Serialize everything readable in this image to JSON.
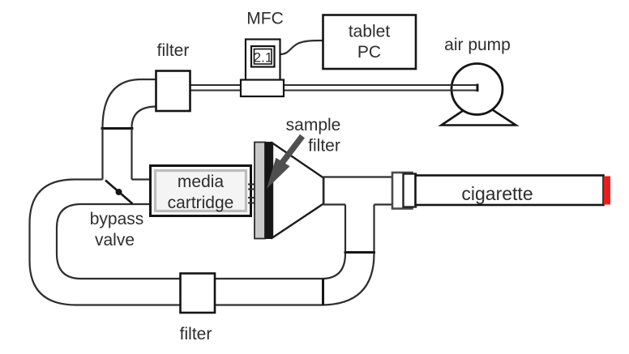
{
  "diagram": {
    "description": "smoke sampling apparatus schematic",
    "components": {
      "filter_top": {
        "label": "filter"
      },
      "mfc": {
        "label": "MFC",
        "reading": "2.1"
      },
      "tablet_pc": {
        "line1": "tablet",
        "line2": "PC"
      },
      "air_pump": {
        "label": "air pump"
      },
      "sample_filter": {
        "line1": "sample",
        "line2": "filter"
      },
      "media_cartridge": {
        "line1": "media",
        "line2": "cartridge"
      },
      "bypass_valve": {
        "line1": "bypass",
        "line2": "valve"
      },
      "cigarette": {
        "label": "cigarette"
      },
      "filter_bottom": {
        "label": "filter"
      }
    },
    "colors": {
      "background": "#ffffff",
      "line": "#2e2e2e",
      "box_stroke": "#141414",
      "filter_fill": "#c9c9c9",
      "panel_fill": "#f4f4f4",
      "panel_stroke": "#bdbdbd",
      "connector_stroke": "#4a4a4a",
      "cigarette_tip": "#ec1c1c",
      "arrow": "#4f4f4f",
      "filter_face": "#161616",
      "text": "#2d2d2d"
    }
  }
}
